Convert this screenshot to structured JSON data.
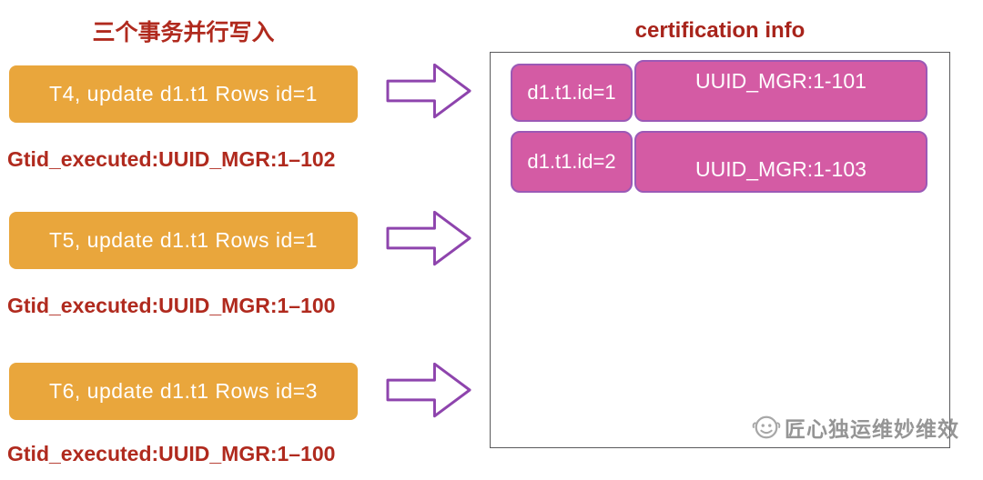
{
  "left": {
    "title": "三个事务并行写入",
    "transactions": [
      {
        "label": "T4, update d1.t1 Rows id=1",
        "gtid": "Gtid_executed:UUID_MGR:1–102"
      },
      {
        "label": "T5, update d1.t1 Rows id=1",
        "gtid": "Gtid_executed:UUID_MGR:1–100"
      },
      {
        "label": "T6, update d1.t1 Rows id=3",
        "gtid": "Gtid_executed:UUID_MGR:1–100"
      }
    ]
  },
  "certification": {
    "title": "certification info",
    "entries": [
      {
        "key": "d1.t1.id=1",
        "value": "UUID_MGR:1-101"
      },
      {
        "key": "d1.t1.id=2",
        "value": "UUID_MGR:1-103"
      }
    ]
  },
  "watermark": "匠心独运维妙维效",
  "colors": {
    "transaction_box": "#E9A63C",
    "cert_entry_fill": "#D45BA4",
    "cert_entry_border": "#9B59B6",
    "arrow_outline": "#8E44AD",
    "heading_text": "#B02A1E"
  }
}
